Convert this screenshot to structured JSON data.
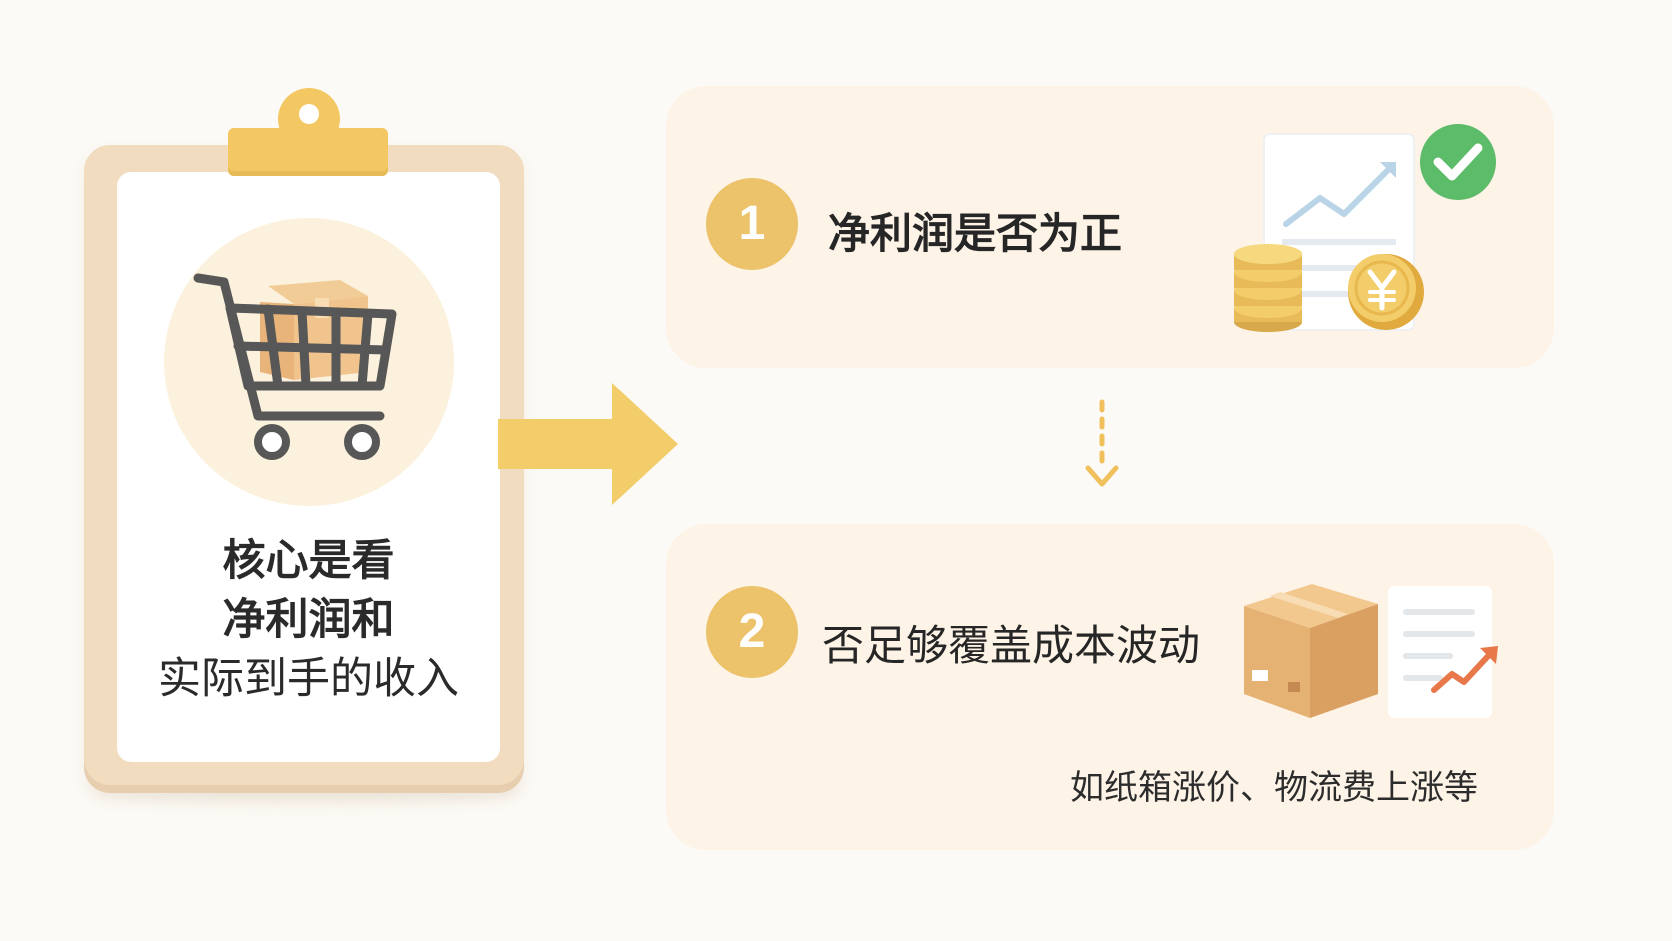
{
  "clipboard": {
    "line1": "核心是看",
    "line2": "净利润和",
    "line3": "实际到手的收入"
  },
  "steps": [
    {
      "number": "1",
      "text": "净利润是否为正"
    },
    {
      "number": "2",
      "text": "否足够覆盖成本波动",
      "note": "如纸箱涨价、物流费上涨等"
    }
  ],
  "icons": {
    "cart": "shopping-cart-icon",
    "coins": "coin-stack-icon",
    "yen": "yen-coin-icon",
    "check": "check-icon",
    "box": "cardboard-box-icon",
    "trend": "trend-up-icon"
  },
  "colors": {
    "accent": "#ecc36a",
    "card": "#fdf3e7",
    "check": "#5cbc6a",
    "trend": "#e8784a"
  }
}
